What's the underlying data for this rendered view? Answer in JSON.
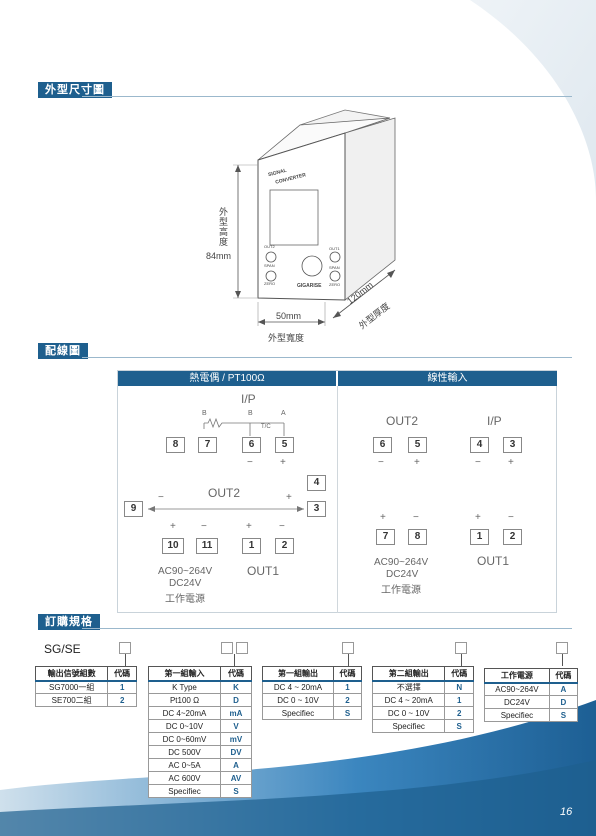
{
  "sections": {
    "dimensions": "外型尺寸圖",
    "wiring": "配線圖",
    "ordering": "訂購規格"
  },
  "device": {
    "brand_line1": "SIGNAL",
    "brand_line2": "CONVERTER",
    "btn_out2": "OUT2",
    "btn_out1": "OUT1",
    "btn_span": "SPAN",
    "btn_zero_l": "ZERO",
    "btn_span_r": "SPAN",
    "btn_zero_r": "ZERO",
    "logo": "GIGARISE"
  },
  "dimensions": {
    "height_label": "外型高度",
    "height_value": "84mm",
    "width_value": "50mm",
    "width_label": "外型寬度",
    "depth_value": "120mm",
    "depth_label": "外型厚度"
  },
  "wiring": {
    "left_header": "熱電偶 / PT100Ω",
    "right_header": "線性輸入",
    "left": {
      "ip": "I/P",
      "b1": "B",
      "b2": "B",
      "a": "A",
      "tc": "T/C",
      "t8": "8",
      "t7": "7",
      "t6": "6",
      "t5": "5",
      "minus_65": "−",
      "plus_65": "+",
      "t4": "4",
      "t9": "9",
      "t3": "3",
      "out2": "OUT2",
      "minus_9": "−",
      "plus_3": "+",
      "plus_10": "+",
      "minus_11": "−",
      "plus_1": "+",
      "minus_2": "−",
      "t10": "10",
      "t11": "11",
      "t1": "1",
      "t2": "2",
      "power1": "AC90~264V",
      "power2": "DC24V",
      "power3": "工作電源",
      "out1": "OUT1"
    },
    "right": {
      "out2": "OUT2",
      "ip": "I/P",
      "t6": "6",
      "t5": "5",
      "t4": "4",
      "t3": "3",
      "minus_6": "−",
      "plus_5": "+",
      "minus_4": "−",
      "plus_3": "+",
      "plus_7": "+",
      "minus_8": "−",
      "plus_1": "+",
      "minus_2": "−",
      "t7": "7",
      "t8": "8",
      "t1": "1",
      "t2": "2",
      "power1": "AC90~264V",
      "power2": "DC24V",
      "power3": "工作電源",
      "out1": "OUT1"
    }
  },
  "ordering": {
    "model": "SG/SE",
    "tables": [
      {
        "header": [
          "輸出信號組數",
          "代碼"
        ],
        "rows": [
          [
            "SG7000一組",
            "1"
          ],
          [
            "SE700二組",
            "2"
          ]
        ]
      },
      {
        "header": [
          "第一組輸入",
          "代碼"
        ],
        "rows": [
          [
            "K Type",
            "K"
          ],
          [
            "Pt100 Ω",
            "D"
          ],
          [
            "DC 4~20mA",
            "mA"
          ],
          [
            "DC 0~10V",
            "V"
          ],
          [
            "DC 0~60mV",
            "mV"
          ],
          [
            "DC 500V",
            "DV"
          ],
          [
            "AC 0~5A",
            "A"
          ],
          [
            "AC 600V",
            "AV"
          ],
          [
            "Specifiec",
            "S"
          ]
        ]
      },
      {
        "header": [
          "第一組輸出",
          "代碼"
        ],
        "rows": [
          [
            "DC 4 ~ 20mA",
            "1"
          ],
          [
            "DC 0 ~ 10V",
            "2"
          ],
          [
            "Specifiec",
            "S"
          ]
        ]
      },
      {
        "header": [
          "第二組輸出",
          "代碼"
        ],
        "rows": [
          [
            "不選擇",
            "N"
          ],
          [
            "DC 4 ~ 20mA",
            "1"
          ],
          [
            "DC 0 ~ 10V",
            "2"
          ],
          [
            "Specifiec",
            "S"
          ]
        ]
      },
      {
        "header": [
          "工作電源",
          "代碼"
        ],
        "rows": [
          [
            "AC90~264V",
            "A"
          ],
          [
            "DC24V",
            "D"
          ],
          [
            "Specifiec",
            "S"
          ]
        ]
      }
    ]
  },
  "page_number": "16",
  "colors": {
    "accent": "#1e5f8e",
    "swoosh": "#2a7ab5"
  }
}
